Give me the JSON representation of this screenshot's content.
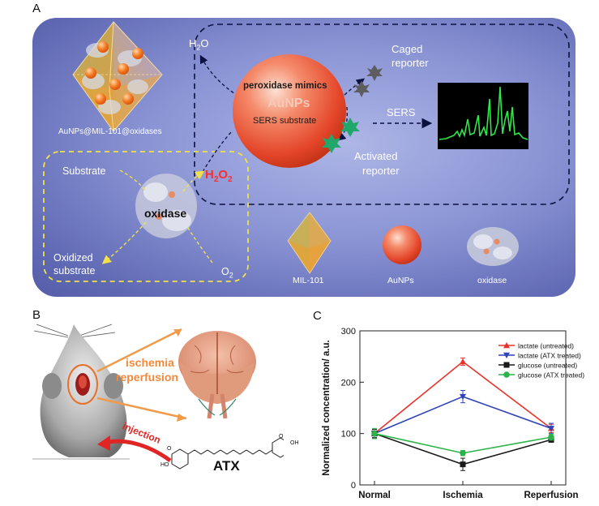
{
  "panel_a": {
    "letter": "A",
    "framework_label": "AuNPs@MIL-101@oxidases",
    "water_label": "H",
    "water_sub": "2",
    "water_end": "O",
    "particle_top": "peroxidase mimics",
    "particle_main": "AuNPs",
    "particle_bottom": "SERS substrate",
    "caged_reporter": [
      "Caged",
      "reporter"
    ],
    "activated_reporter": [
      "Activated",
      "reporter"
    ],
    "sers_label": "SERS",
    "h2o2": [
      "H",
      "2",
      "O",
      "2"
    ],
    "substrate": "Substrate",
    "oxidase_center": "oxidase",
    "oxidized_substrate": [
      "Oxidized",
      "substrate"
    ],
    "o2": [
      "O",
      "2"
    ],
    "legend": [
      "MIL-101",
      "AuNPs",
      "oxidase"
    ],
    "colors": {
      "background": "#7c85c8",
      "particle": "#ee5a3c",
      "reporter": "#1fa86a",
      "h2o2": "#ff2d2d",
      "dash_yellow": "#f2e14a",
      "spectrum": "#2ee84a"
    }
  },
  "panel_b": {
    "letter": "B",
    "ischemia": "ischemia",
    "reperfusion": "reperfusion",
    "injection": "injection",
    "drug": "ATX",
    "oh1": "HO",
    "oh2": "OH",
    "o1": "O",
    "o2": "O"
  },
  "chart_data": {
    "type": "line",
    "letter": "C",
    "categories": [
      "Normal",
      "Ischemia",
      "Reperfusion"
    ],
    "ylabel": "Normalized concentration/ a.u.",
    "ylim": [
      0,
      300
    ],
    "yticks": [
      0,
      100,
      200,
      300
    ],
    "legend_position": "top-right",
    "series": [
      {
        "name": "lactate (untreated)",
        "color": "#e8322a",
        "marker": "triangle-up",
        "values": [
          100,
          240,
          110
        ],
        "errors": [
          8,
          7,
          8
        ]
      },
      {
        "name": "lactate (ATX treated)",
        "color": "#2f44b8",
        "marker": "triangle-down",
        "values": [
          100,
          172,
          110
        ],
        "errors": [
          8,
          12,
          10
        ]
      },
      {
        "name": "glucose (untreated)",
        "color": "#1a1a1a",
        "marker": "square",
        "values": [
          100,
          40,
          88
        ],
        "errors": [
          8,
          12,
          5
        ]
      },
      {
        "name": "glucose (ATX treated)",
        "color": "#2bb34a",
        "marker": "circle",
        "values": [
          100,
          62,
          93
        ],
        "errors": [
          10,
          5,
          6
        ]
      }
    ]
  }
}
